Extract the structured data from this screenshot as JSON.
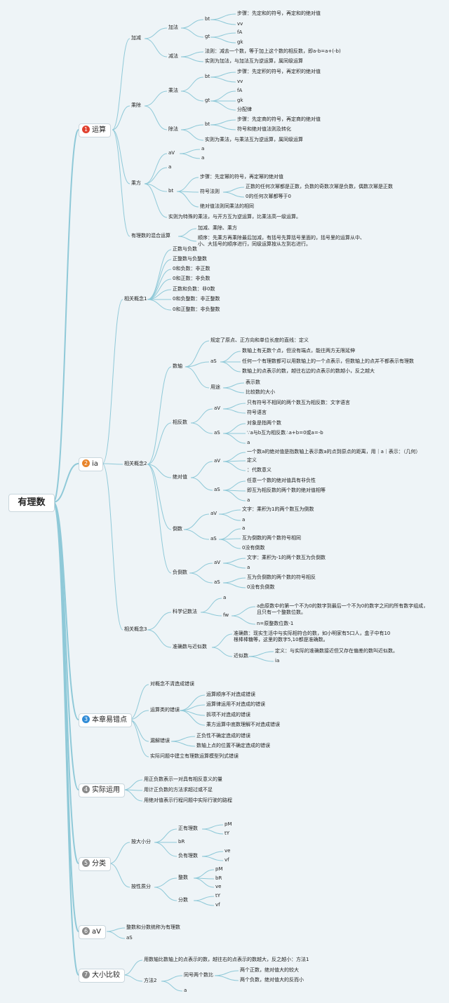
{
  "colors": {
    "badge_red": "#e0402e",
    "badge_orange": "#e8842a",
    "badge_blue": "#2f8bd6",
    "badge_grey": "#8a8a8a",
    "line": "#8fc9d8"
  },
  "root": "有理数",
  "branches": [
    {
      "num": "1",
      "label": "运算"
    },
    {
      "num": "2",
      "label": "ia"
    },
    {
      "num": "3",
      "label": "本章易错点"
    },
    {
      "num": "4",
      "label": "实际运用"
    },
    {
      "num": "5",
      "label": "分类"
    },
    {
      "num": "6",
      "label": "aV"
    },
    {
      "num": "7",
      "label": "大小比较"
    }
  ],
  "nodes": {
    "jiajian": "加减",
    "jiafa": "加法",
    "jf_bt": "bt",
    "jf_s1": "步骤：先定和的符号，再定和的绝对值",
    "jf_vv": "vv",
    "jf_gt": "gt",
    "jf_fa": "fA",
    "jf_gk": "gk",
    "jianfa": "减法",
    "jian_1": "法则：减去一个数，等于加上这个数的相反数，即a-b=a+(-b)",
    "jian_2": "实则为加法，与加法互为逆运算，属同级运算",
    "chengchu": "乘除",
    "chengfa": "乘法",
    "cf_bt": "bt",
    "cf_s1": "步骤：先定积的符号，再定积的绝对值",
    "cf_vv": "vv",
    "cf_gt": "gt",
    "cf_fa": "fA",
    "cf_gk": "gk",
    "cf_fp": "分配律",
    "chufa": "除法",
    "chu_bt": "bt",
    "chu_s1": "步骤：先定商的符号，再定商的绝对值",
    "chu_s2": "符号和绝对值法则及转化",
    "chu_2": "实则为乘法，与乘法互为逆运算，属同级运算",
    "chengfang": "乘方",
    "cfang_av": "aV",
    "cfang_a1": "a",
    "cfang_a2": "a",
    "cfang_a3": "a",
    "cfang_bt": "bt",
    "cfang_s1": "步骤：先定幂的符号，再定幂的绝对值",
    "cfang_fh": "符号法则",
    "cfang_f1": "正数的任何次幂都是正数，负数的奇数次幂是负数，偶数次幂是正数",
    "cfang_f2": "0的任何次幂都等于0",
    "cfang_s3": "绝对值法则同乘法的相同",
    "cfang_2": "实则为特殊的乘法，与开方互为逆运算，比乘法高一级运算。",
    "hunhe": "有理数的混合运算",
    "hh_1": "加减、乘除、乘方",
    "hh_2": "顺序：先乘方再乘除最后加减，有括号先算括号里面的，括号里的运算从中、小、大括号的顺序进行，同级运算按从左到右进行。",
    "xg1": "相关概念1",
    "xg1_1": "正数与负数",
    "xg1_2": "正整数与负整数",
    "xg1_3": "0和负数：非正数",
    "xg1_4": "0和正数：非负数",
    "xg1_5": "正数和负数：非0数",
    "xg1_6": "0和负整数：非正整数",
    "xg1_7": "0和正整数：非负整数",
    "xg2": "相关概念2",
    "shuzhou": "数轴",
    "sz_def": "规定了原点、正方向和单位长度的直线：定义",
    "sz_as": "aS",
    "sz_1": "数轴上有无数个点，但没有端点，能往两方无限延伸",
    "sz_2": "任何一个有理数都可以用数轴上的一个点表示，但数轴上的点并不都表示有理数",
    "sz_3": "数轴上的点表示的数，越往右边的点表示的数越小，反之越大",
    "sz_yt": "用途",
    "sz_y1": "表示数",
    "sz_y2": "比较数的大小",
    "xfs": "相反数",
    "xfs_av": "aV",
    "xfs_1": "只有符号不相同的两个数互为相反数：文字语言",
    "xfs_2": "符号语言",
    "xfs_as": "aS",
    "xfs_3": "对象是指两个数",
    "xfs_4": "∵a与b互为相反数∴a+b=0或a=-b",
    "xfs_a": "a",
    "jdz": "绝对值",
    "jdz_av": "aV",
    "jdz_1": "一个数a的绝对值是指数轴上表示数a的点到原点的距离，用｜a｜表示：（几何）",
    "jdz_2": "定义",
    "jdz_3": "：代数意义",
    "jdz_as": "aS",
    "jdz_4": "任意一个数的绝对值具有非负性",
    "jdz_5": "即互为相反数的两个数的绝对值相等",
    "jdz_a": "a",
    "ds": "倒数",
    "ds_av": "aV",
    "ds_1": "文字：乘积为1的两个数互为倒数",
    "ds_a1": "a",
    "ds_as": "aS",
    "ds_a2": "a",
    "ds_2": "互为倒数的两个数符号相同",
    "ds_3": "0没有倒数",
    "fds": "负倒数",
    "fds_av": "aV",
    "fds_1": "文字：乘积为-1的两个数互为负倒数",
    "fds_a": "a",
    "fds_as": "aS",
    "fds_2": "互为负倒数的两个数的符号相反",
    "fds_3": "0没有负倒数",
    "xg3": "相关概念3",
    "kx": "科学记数法",
    "kx_a": "a",
    "kx_fw": "fw",
    "kx_1": "a由原数中的第一个不为0的数字到最后一个不为0的数字之间的所有数字组成，且只有一个整数位数。",
    "kx_2": "n=原整数位数-1",
    "zq": "准确数与近似数",
    "zq_1": "准确数：现实生活中与实际相符合的数，如小明家有5口人，盒子中有10根棒棒糖等，这里的数字5,10都是准确数。",
    "zq_jsh": "近似数",
    "zq_2": "定义：与实际的准确数接近但又存在偏差的数叫近似数。",
    "zq_ia": "ia",
    "yc_1": "对概念不清造成错误",
    "yc_ys": "运算类的错误",
    "yc_y1": "运算顺序不对造成错误",
    "yc_y2": "运算律运用不对造成的错误",
    "yc_y3": "拆项不对造成的错误",
    "yc_y4": "乘方运算中底数理解不对造成错误",
    "yc_lj": "漏解错误",
    "yc_l1": "正负性不确定造成的错误",
    "yc_l2": "数轴上点的位置不确定造成的错误",
    "yc_2": "实际问题中建立有理数运算模型列式错误",
    "sj_1": "用正负数表示一对具有相反意义的量",
    "sj_2": "用计正负数的方法求超过或不足",
    "sj_3": "用绝对值表示行程问题中实际行驶的路程",
    "fl_dx": "按大小分",
    "fl_zy": "正有理数",
    "fl_pm1": "pM",
    "fl_ty1": "tY",
    "fl_br1": "bR",
    "fl_fy": "负有理数",
    "fl_ve1": "ve",
    "fl_vf1": "vf",
    "fl_xz": "按性质分",
    "fl_zs": "整数",
    "fl_pm2": "pM",
    "fl_br2": "bR",
    "fl_ve2": "ve",
    "fl_fs": "分数",
    "fl_ty2": "tY",
    "fl_vf2": "vf",
    "av_1": "整数和分数统称为有理数",
    "av_as": "aS",
    "dx_1": "用数轴比数轴上的点表示的数，越往右的点表示的数越大，反之越小：方法1",
    "dx_ff2": "方法2",
    "dx_tl": "同号两个数比",
    "dx_2": "两个正数，绝对值大的较大",
    "dx_3": "两个负数，绝对值大的反而小",
    "dx_a": "a"
  }
}
